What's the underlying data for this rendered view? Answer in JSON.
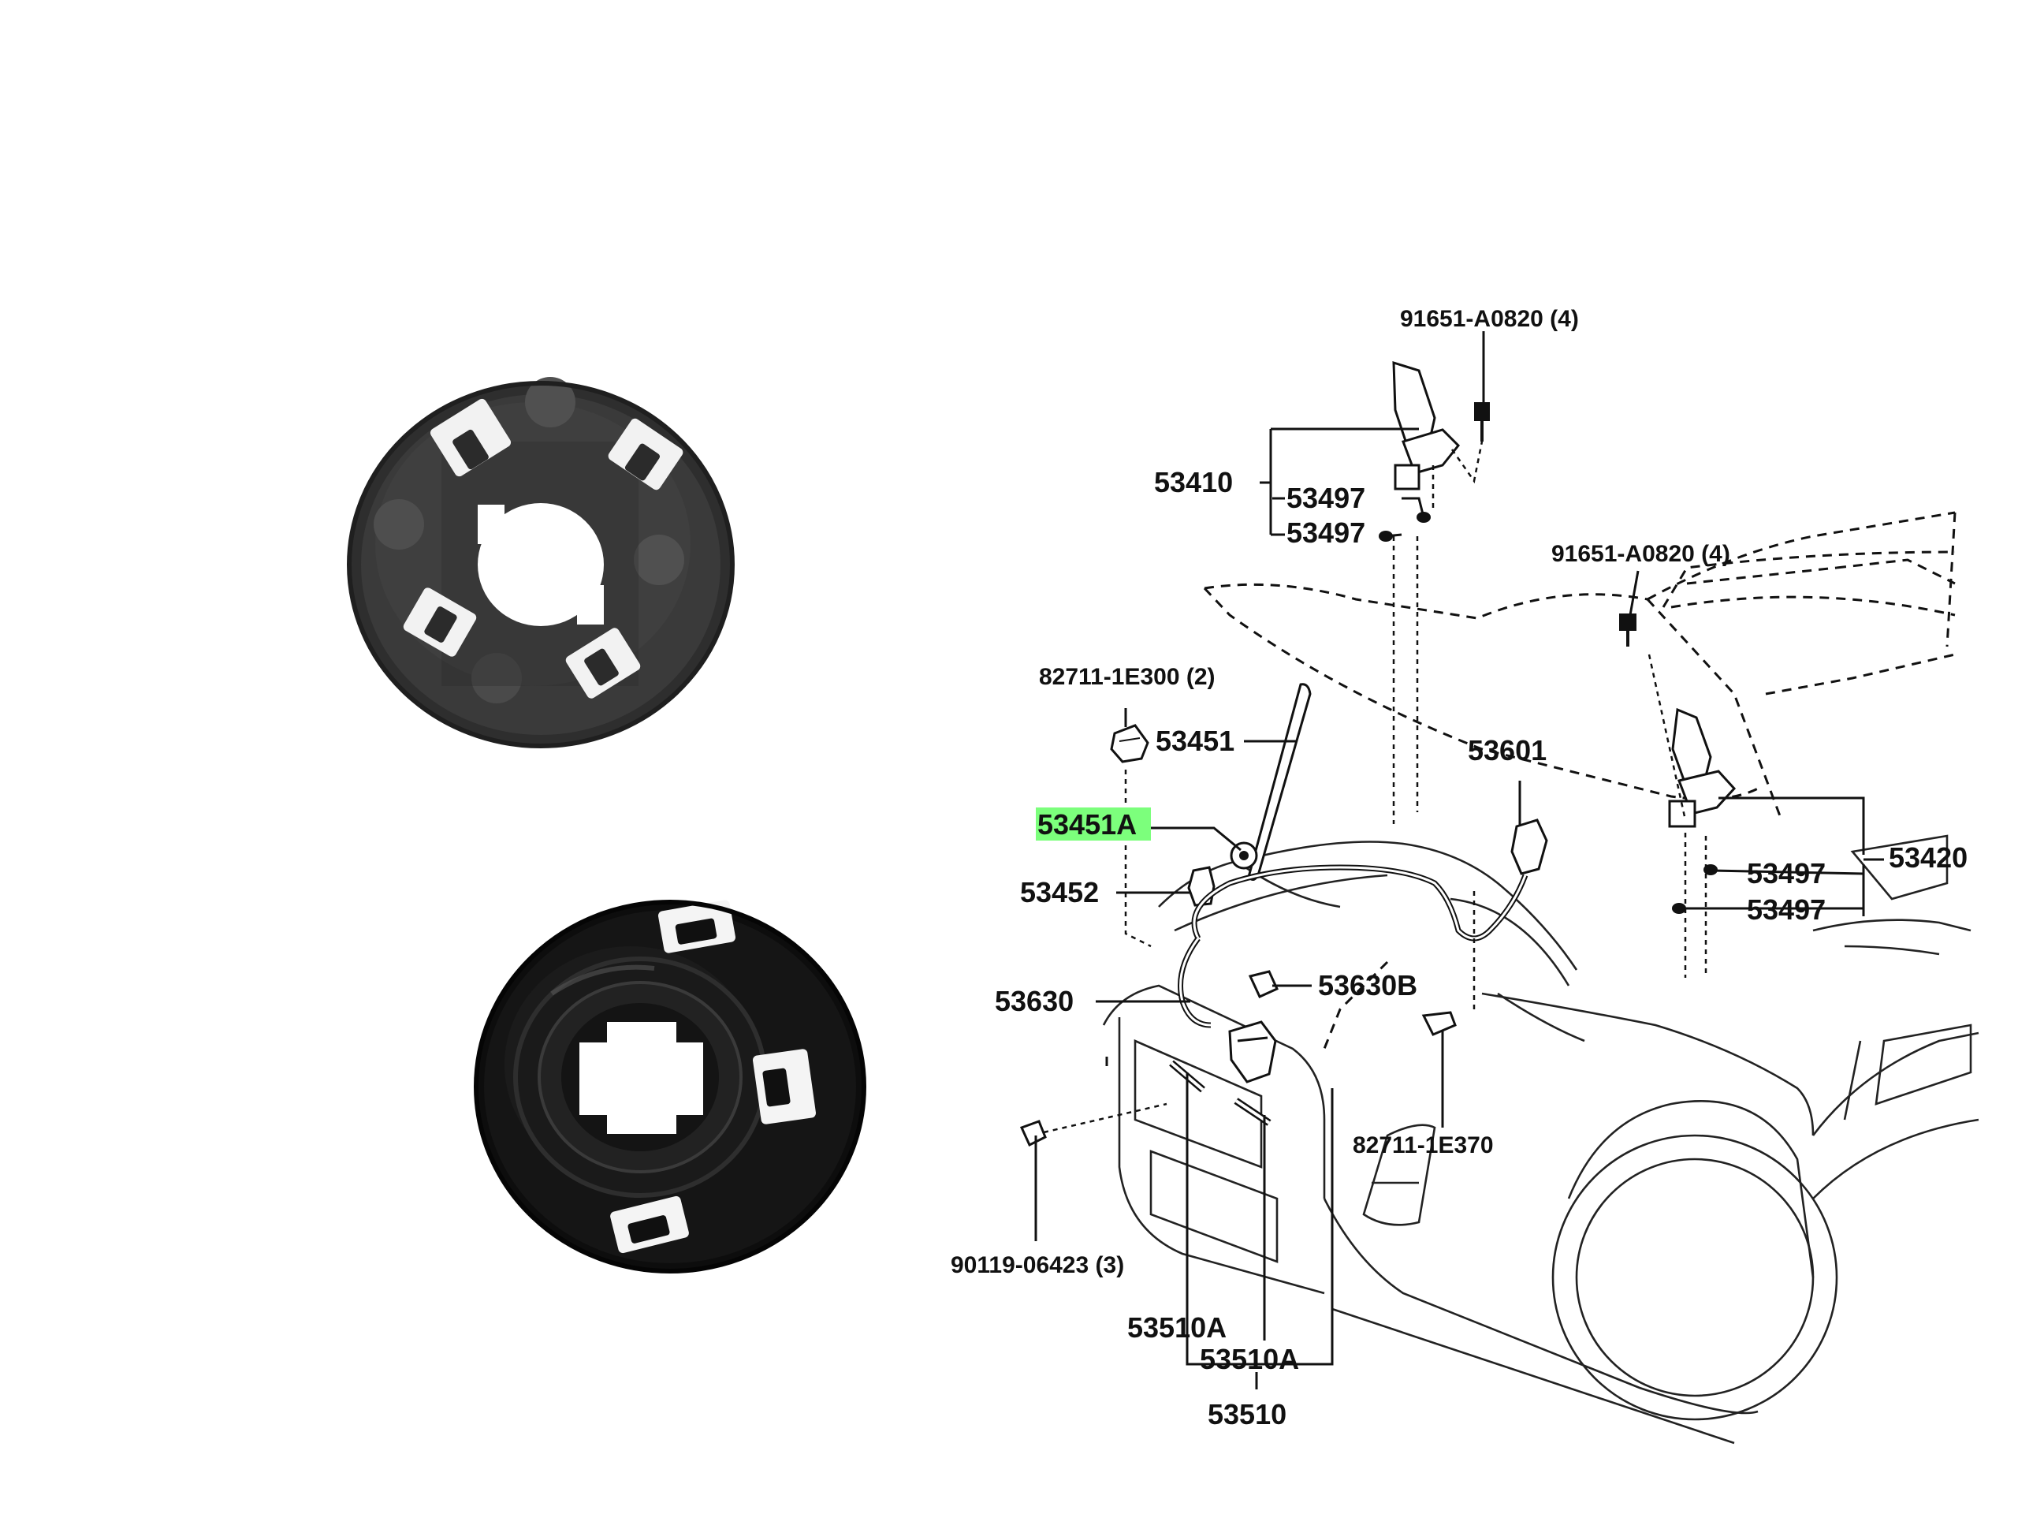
{
  "photos": [
    {
      "name": "clip-photo-top"
    },
    {
      "name": "clip-photo-bottom"
    }
  ],
  "highlight_color": "#7CFF7C",
  "labels": {
    "p91651_hinge_left": "91651-A0820 (4)",
    "p53410": "53410",
    "p53497_a": "53497",
    "p53497_b": "53497",
    "p91651_hinge_right": "91651-A0820 (4)",
    "p82711_1e300": "82711-1E300 (2)",
    "p53451": "53451",
    "p53601": "53601",
    "p53451a": "53451A",
    "p53452": "53452",
    "p53497_c": "53497",
    "p53420": "53420",
    "p53497_d": "53497",
    "p53630": "53630",
    "p53630b": "53630B",
    "p82711_1e370": "82711-1E370",
    "p90119": "90119-06423 (3)",
    "p53510a_a": "53510A",
    "p53510a_b": "53510A",
    "p53510": "53510"
  }
}
